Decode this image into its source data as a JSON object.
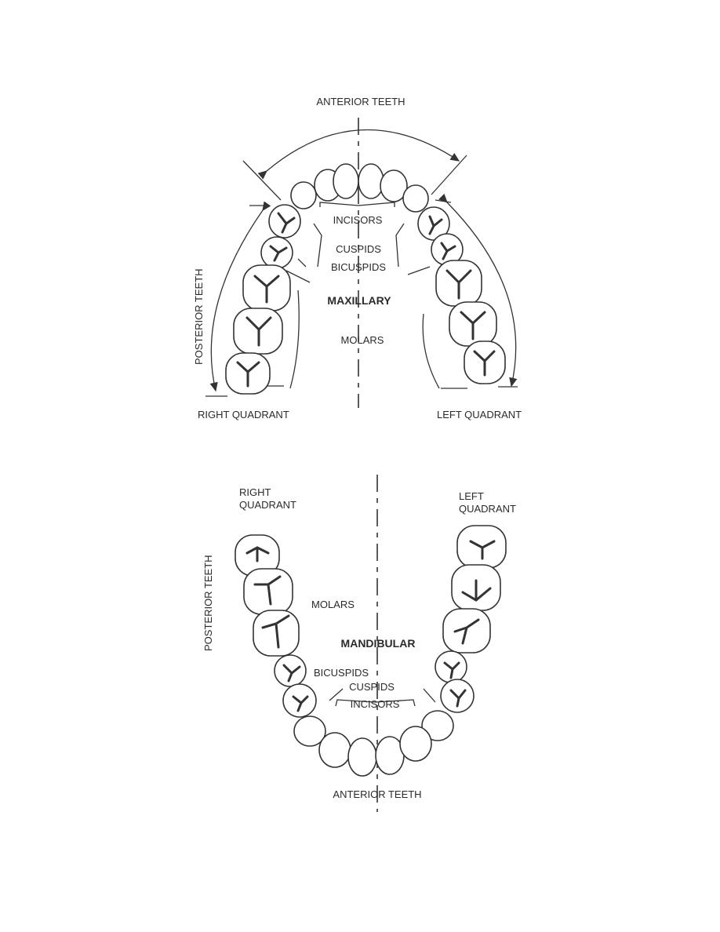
{
  "maxillary": {
    "title": "MAXILLARY",
    "anterior": "ANTERIOR TEETH",
    "posterior": "POSTERIOR TEETH",
    "incisors": "INCISORS",
    "cuspids": "CUSPIDS",
    "bicuspids": "BICUSPIDS",
    "molars": "MOLARS",
    "right_quadrant": "RIGHT QUADRANT",
    "left_quadrant": "LEFT QUADRANT"
  },
  "mandibular": {
    "title": "MANDIBULAR",
    "anterior": "ANTERIOR TEETH",
    "posterior": "POSTERIOR TEETH",
    "incisors": "INCISORS",
    "cuspids": "CUSPIDS",
    "bicuspids": "BICUSPIDS",
    "molars": "MOLARS",
    "right_quadrant_1": "RIGHT",
    "right_quadrant_2": "QUADRANT",
    "left_quadrant_1": "LEFT",
    "left_quadrant_2": "QUADRANT"
  }
}
